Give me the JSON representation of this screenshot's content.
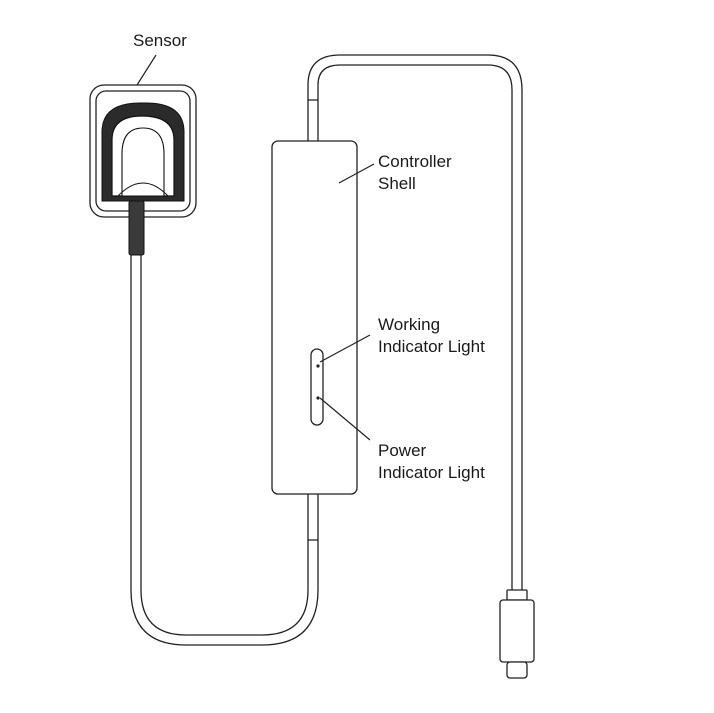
{
  "labels": {
    "sensor": "Sensor",
    "controller_shell": [
      "Controller",
      "Shell"
    ],
    "working_indicator_light": [
      "Working",
      "Indicator Light"
    ],
    "power_indicator_light": [
      "Power",
      "Indicator Light"
    ]
  }
}
